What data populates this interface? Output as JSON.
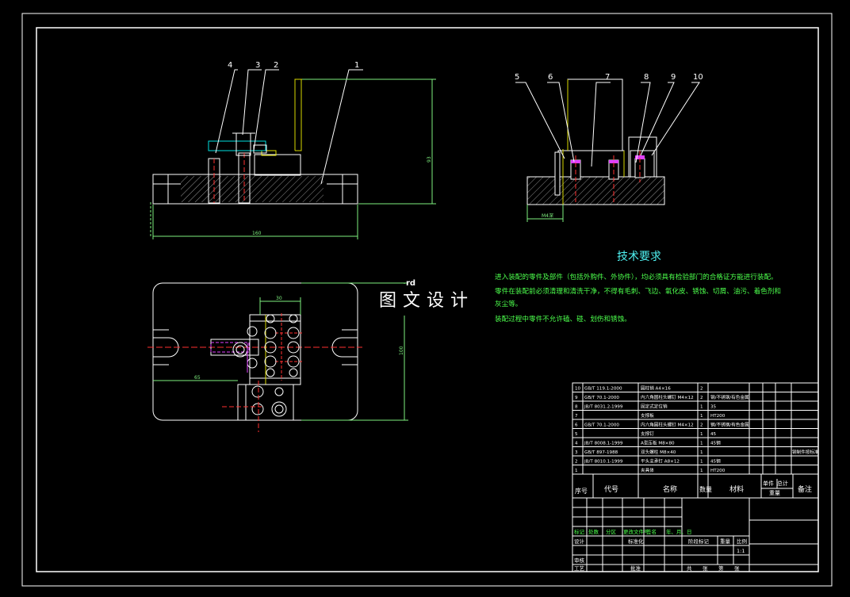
{
  "colors": {
    "background": "#000000",
    "frame": "#ffffff",
    "outline": "#ffffff",
    "hatch": "#9a9a9a",
    "leader": "#ffffff",
    "dimension": "#7ef07e",
    "text_green": "#4cff4c",
    "title_cyan": "#4ff0f0",
    "accent_yellow": "#d8d800",
    "accent_magenta": "#e040ff",
    "center_red": "#ff3030"
  },
  "part_numbers": {
    "front_view": [
      "4",
      "3",
      "2",
      "1"
    ],
    "side_view": [
      "5",
      "6",
      "7",
      "8",
      "9",
      "10"
    ]
  },
  "dimensions": {
    "front_width": "160",
    "front_height": "93",
    "side_bottom": "M4深",
    "top_block_width": "30",
    "top_left_offset": "65",
    "top_height": "100"
  },
  "watermark": {
    "logo": "rd",
    "text": "图文设计"
  },
  "tech_requirements": {
    "title": "技术要求",
    "lines": [
      "进入装配的零件及部件（包括外购件、外协件），均必须具有检验部门的合格证方能进行装配。",
      "零件在装配前必须清理和清洗干净，不得有毛刺、飞边、氧化皮、锈蚀、切屑、油污、着色剂和",
      "灰尘等。",
      "装配过程中零件不允许磕、碰、划伤和锈蚀。"
    ]
  },
  "bom": {
    "rows": [
      {
        "no": "10",
        "code": "GB/T 119.1-2000",
        "name": "圆柱销 A4×16",
        "qty": "2",
        "material": "",
        "note": ""
      },
      {
        "no": "9",
        "code": "GB/T 70.1-2000",
        "name": "内六角圆柱头螺钉 M4×12",
        "qty": "2",
        "material": "钢/不锈钢/有色金属",
        "note": ""
      },
      {
        "no": "8",
        "code": "JB/T 8031.2-1999",
        "name": "固定式定位销",
        "qty": "1",
        "material": "35",
        "note": ""
      },
      {
        "no": "7",
        "code": "",
        "name": "支撑板",
        "qty": "1",
        "material": "HT200",
        "note": ""
      },
      {
        "no": "6",
        "code": "GB/T 70.1-2000",
        "name": "内六角圆柱头螺钉 M4×12",
        "qty": "2",
        "material": "钢/不锈钢/有色金属",
        "note": ""
      },
      {
        "no": "5",
        "code": "",
        "name": "支撑钉",
        "qty": "1",
        "material": "45",
        "note": ""
      },
      {
        "no": "4",
        "code": "JB/T 8008.1-1999",
        "name": "A型压板 M8×80",
        "qty": "1",
        "material": "45钢",
        "note": ""
      },
      {
        "no": "3",
        "code": "GB/T 897-1988",
        "name": "双头螺柱 M8×40",
        "qty": "1",
        "material": "",
        "note": "钢制件按标准"
      },
      {
        "no": "2",
        "code": "JB/T 8010.1-1999",
        "name": "平头支承钉 A8×12",
        "qty": "1",
        "material": "45钢",
        "note": ""
      },
      {
        "no": "1",
        "code": "",
        "name": "夹具体",
        "qty": "1",
        "material": "HT200",
        "note": ""
      }
    ],
    "header": {
      "no": "序号",
      "code": "代号",
      "name": "名称",
      "qty": "数量",
      "material": "材料",
      "single": "单件",
      "total": "总计",
      "weight": "重量",
      "note": "备注"
    }
  },
  "title_block": {
    "revision_row": [
      "标记",
      "处数",
      "分区",
      "更改文件号",
      "签名",
      "年、月、日"
    ],
    "design": "设计",
    "standardize": "标准化",
    "stage": "阶段标记",
    "weight": "重量",
    "scale": "比例",
    "scale_value": "1:1",
    "review": "审核",
    "process": "工艺",
    "approve": "批准",
    "sheets": [
      "共",
      "张",
      "第",
      "张"
    ]
  }
}
